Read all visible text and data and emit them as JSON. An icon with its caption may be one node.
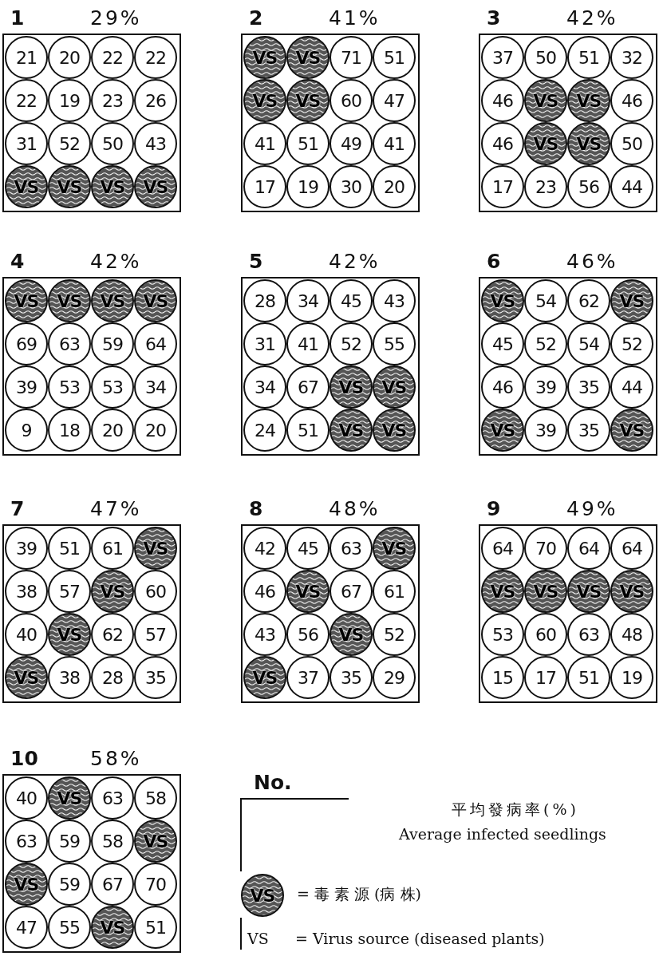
{
  "diagram": {
    "nodes": [
      {
        "text": [
          "1",
          "29%"
        ]
      },
      {
        "text": [
          "21"
        ],
        "in": 0
      },
      {
        "text": [
          "20"
        ],
        "in": 0
      },
      {
        "text": [
          "22"
        ],
        "in": 0
      },
      {
        "text": [
          "22"
        ],
        "in": 0
      },
      {
        "text": [
          "22"
        ],
        "in": 0
      },
      {
        "text": [
          "19"
        ],
        "in": 0
      },
      {
        "text": [
          "23"
        ],
        "in": 0
      },
      {
        "text": [
          "26"
        ],
        "in": 0
      },
      {
        "text": [
          "31"
        ],
        "in": 0
      },
      {
        "text": [
          "52"
        ],
        "in": 0
      },
      {
        "text": [
          "50"
        ],
        "in": 0
      },
      {
        "text": [
          "43"
        ],
        "in": 0
      },
      {
        "text": [
          "VS"
        ],
        "in": 0
      },
      {
        "text": [
          "VS"
        ],
        "in": 0
      },
      {
        "text": [
          "VS"
        ],
        "in": 0
      },
      {
        "text": [
          "VS"
        ],
        "in": 0
      },
      {
        "text": [
          "2",
          "41%"
        ]
      },
      {
        "text": [
          "VS"
        ],
        "in": 17
      },
      {
        "text": [
          "VS"
        ],
        "in": 17
      },
      {
        "text": [
          "71"
        ],
        "in": 17
      },
      {
        "text": [
          "51"
        ],
        "in": 17
      },
      {
        "text": [
          "VS"
        ],
        "in": 17
      },
      {
        "text": [
          "VS"
        ],
        "in": 17
      },
      {
        "text": [
          "60"
        ],
        "in": 17
      },
      {
        "text": [
          "47"
        ],
        "in": 17
      },
      {
        "text": [
          "41"
        ],
        "in": 17
      },
      {
        "text": [
          "51"
        ],
        "in": 17
      },
      {
        "text": [
          "49"
        ],
        "in": 17
      },
      {
        "text": [
          "41"
        ],
        "in": 17
      },
      {
        "text": [
          "17"
        ],
        "in": 17
      },
      {
        "text": [
          "19"
        ],
        "in": 17
      },
      {
        "text": [
          "30"
        ],
        "in": 17
      },
      {
        "text": [
          "20"
        ],
        "in": 17
      },
      {
        "text": [
          "3",
          "42%"
        ]
      },
      {
        "text": [
          "37"
        ],
        "in": 34
      },
      {
        "text": [
          "50"
        ],
        "in": 34
      },
      {
        "text": [
          "51"
        ],
        "in": 34
      },
      {
        "text": [
          "32"
        ],
        "in": 34
      },
      {
        "text": [
          "46"
        ],
        "in": 34
      },
      {
        "text": [
          "VS"
        ],
        "in": 34
      },
      {
        "text": [
          "VS"
        ],
        "in": 34
      },
      {
        "text": [
          "46"
        ],
        "in": 34
      },
      {
        "text": [
          "46"
        ],
        "in": 34
      },
      {
        "text": [
          "VS"
        ],
        "in": 34
      },
      {
        "text": [
          "VS"
        ],
        "in": 34
      },
      {
        "text": [
          "50"
        ],
        "in": 34
      },
      {
        "text": [
          "17"
        ],
        "in": 34
      },
      {
        "text": [
          "23"
        ],
        "in": 34
      },
      {
        "text": [
          "56"
        ],
        "in": 34
      },
      {
        "text": [
          "44"
        ],
        "in": 34
      },
      {
        "text": [
          "4",
          "42%"
        ]
      },
      {
        "text": [
          "VS"
        ],
        "in": 51
      },
      {
        "text": [
          "VS"
        ],
        "in": 51
      },
      {
        "text": [
          "VS"
        ],
        "in": 51
      },
      {
        "text": [
          "VS"
        ],
        "in": 51
      },
      {
        "text": [
          "69"
        ],
        "in": 51
      },
      {
        "text": [
          "63"
        ],
        "in": 51
      },
      {
        "text": [
          "59"
        ],
        "in": 51
      },
      {
        "text": [
          "64"
        ],
        "in": 51
      },
      {
        "text": [
          "39"
        ],
        "in": 51
      },
      {
        "text": [
          "53"
        ],
        "in": 51
      },
      {
        "text": [
          "53"
        ],
        "in": 51
      },
      {
        "text": [
          "34"
        ],
        "in": 51
      },
      {
        "text": [
          "9"
        ],
        "in": 51
      },
      {
        "text": [
          "18"
        ],
        "in": 51
      },
      {
        "text": [
          "20"
        ],
        "in": 51
      },
      {
        "text": [
          "20"
        ],
        "in": 51
      },
      {
        "text": [
          "5",
          "42%"
        ]
      },
      {
        "text": [
          "28"
        ],
        "in": 68
      },
      {
        "text": [
          "34"
        ],
        "in": 68
      },
      {
        "text": [
          "45"
        ],
        "in": 68
      },
      {
        "text": [
          "43"
        ],
        "in": 68
      },
      {
        "text": [
          "31"
        ],
        "in": 68
      },
      {
        "text": [
          "41"
        ],
        "in": 68
      },
      {
        "text": [
          "52"
        ],
        "in": 68
      },
      {
        "text": [
          "55"
        ],
        "in": 68
      },
      {
        "text": [
          "34"
        ],
        "in": 68
      },
      {
        "text": [
          "67"
        ],
        "in": 68
      },
      {
        "text": [
          "VS"
        ],
        "in": 68
      },
      {
        "text": [
          "VS"
        ],
        "in": 68
      },
      {
        "text": [
          "24"
        ],
        "in": 68
      },
      {
        "text": [
          "51"
        ],
        "in": 68
      },
      {
        "text": [
          "VS"
        ],
        "in": 68
      },
      {
        "text": [
          "VS"
        ],
        "in": 68
      },
      {
        "text": [
          "6",
          "46%"
        ]
      },
      {
        "text": [
          "VS"
        ],
        "in": 85
      },
      {
        "text": [
          "54"
        ],
        "in": 85
      },
      {
        "text": [
          "62"
        ],
        "in": 85
      },
      {
        "text": [
          "VS"
        ],
        "in": 85
      },
      {
        "text": [
          "45"
        ],
        "in": 85
      },
      {
        "text": [
          "52"
        ],
        "in": 85
      },
      {
        "text": [
          "54"
        ],
        "in": 85
      },
      {
        "text": [
          "52"
        ],
        "in": 85
      },
      {
        "text": [
          "46"
        ],
        "in": 85
      },
      {
        "text": [
          "39"
        ],
        "in": 85
      },
      {
        "text": [
          "35"
        ],
        "in": 85
      },
      {
        "text": [
          "44"
        ],
        "in": 85
      },
      {
        "text": [
          "VS"
        ],
        "in": 85
      },
      {
        "text": [
          "39"
        ],
        "in": 85
      },
      {
        "text": [
          "35"
        ],
        "in": 85
      },
      {
        "text": [
          "VS"
        ],
        "in": 85
      },
      {
        "text": [
          "7",
          "47%"
        ]
      },
      {
        "text": [
          "39"
        ],
        "in": 102
      },
      {
        "text": [
          "51"
        ],
        "in": 102
      },
      {
        "text": [
          "61"
        ],
        "in": 102
      },
      {
        "text": [
          "VS"
        ],
        "in": 102
      },
      {
        "text": [
          "38"
        ],
        "in": 102
      },
      {
        "text": [
          "57"
        ],
        "in": 102
      },
      {
        "text": [
          "VS"
        ],
        "in": 102
      },
      {
        "text": [
          "60"
        ],
        "in": 102
      },
      {
        "text": [
          "40"
        ],
        "in": 102
      },
      {
        "text": [
          "VS"
        ],
        "in": 102
      },
      {
        "text": [
          "62"
        ],
        "in": 102
      },
      {
        "text": [
          "57"
        ],
        "in": 102
      },
      {
        "text": [
          "VS"
        ],
        "in": 102
      },
      {
        "text": [
          "38"
        ],
        "in": 102
      },
      {
        "text": [
          "28"
        ],
        "in": 102
      },
      {
        "text": [
          "35"
        ],
        "in": 102
      },
      {
        "text": [
          "8",
          "48%"
        ]
      },
      {
        "text": [
          "42"
        ],
        "in": 119
      },
      {
        "text": [
          "45"
        ],
        "in": 119
      },
      {
        "text": [
          "63"
        ],
        "in": 119
      },
      {
        "text": [
          "VS"
        ],
        "in": 119
      },
      {
        "text": [
          "46"
        ],
        "in": 119
      },
      {
        "text": [
          "VS"
        ],
        "in": 119
      },
      {
        "text": [
          "67"
        ],
        "in": 119
      },
      {
        "text": [
          "61"
        ],
        "in": 119
      },
      {
        "text": [
          "43"
        ],
        "in": 119
      },
      {
        "text": [
          "56"
        ],
        "in": 119
      },
      {
        "text": [
          "VS"
        ],
        "in": 119
      },
      {
        "text": [
          "52"
        ],
        "in": 119
      },
      {
        "text": [
          "VS"
        ],
        "in": 119
      },
      {
        "text": [
          "37"
        ],
        "in": 119
      },
      {
        "text": [
          "35"
        ],
        "in": 119
      },
      {
        "text": [
          "29"
        ],
        "in": 119
      },
      {
        "text": [
          "9",
          "49%"
        ]
      },
      {
        "text": [
          "64"
        ],
        "in": 136
      },
      {
        "text": [
          "70"
        ],
        "in": 136
      },
      {
        "text": [
          "64"
        ],
        "in": 136
      },
      {
        "text": [
          "64"
        ],
        "in": 136
      },
      {
        "text": [
          "VS"
        ],
        "in": 136
      },
      {
        "text": [
          "VS"
        ],
        "in": 136
      },
      {
        "text": [
          "VS"
        ],
        "in": 136
      },
      {
        "text": [
          "VS"
        ],
        "in": 136
      },
      {
        "text": [
          "53"
        ],
        "in": 136
      },
      {
        "text": [
          "60"
        ],
        "in": 136
      },
      {
        "text": [
          "63"
        ],
        "in": 136
      },
      {
        "text": [
          "48"
        ],
        "in": 136
      },
      {
        "text": [
          "15"
        ],
        "in": 136
      },
      {
        "text": [
          "17"
        ],
        "in": 136
      },
      {
        "text": [
          "51"
        ],
        "in": 136
      },
      {
        "text": [
          "19"
        ],
        "in": 136
      },
      {
        "text": [
          "10",
          "58%"
        ]
      },
      {
        "text": [
          "40"
        ],
        "in": 153
      },
      {
        "text": [
          "VS"
        ],
        "in": 153
      },
      {
        "text": [
          "63"
        ],
        "in": 153
      },
      {
        "text": [
          "58"
        ],
        "in": 153
      },
      {
        "text": [
          "63"
        ],
        "in": 153
      },
      {
        "text": [
          "59"
        ],
        "in": 153
      },
      {
        "text": [
          "58"
        ],
        "in": 153
      },
      {
        "text": [
          "VS"
        ],
        "in": 153
      },
      {
        "text": [
          "VS"
        ],
        "in": 153
      },
      {
        "text": [
          "59"
        ],
        "in": 153
      },
      {
        "text": [
          "67"
        ],
        "in": 153
      },
      {
        "text": [
          "70"
        ],
        "in": 153
      },
      {
        "text": [
          "47"
        ],
        "in": 153
      },
      {
        "text": [
          "55"
        ],
        "in": 153
      },
      {
        "text": [
          "VS"
        ],
        "in": 153
      },
      {
        "text": [
          "51"
        ],
        "in": 153
      },
      {
        "text": [
          "VS"
        ],
        "beside": [
          "= 毒 素 源 (病 株)"
        ]
      }
    ],
    "labels": [
      "No.",
      "平均發病率(%)",
      "Average infected seedlings",
      "VS",
      "= Virus source (diseased plants)"
    ]
  }
}
